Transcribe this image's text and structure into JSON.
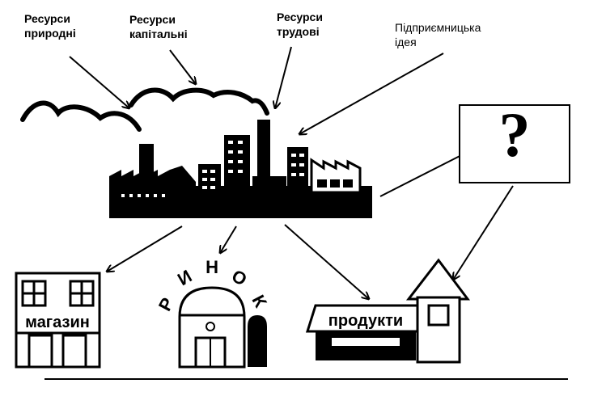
{
  "labels": {
    "natural_resources": "Ресурси\nприродні",
    "capital_resources": "Ресурси\nкапітальні",
    "labor_resources": "Ресурси\nтрудові",
    "business_idea": "Підприємницька\nідея"
  },
  "signs": {
    "shop": "магазин",
    "market_letters": [
      "Р",
      "И",
      "Н",
      "О",
      "К"
    ],
    "products": "продукти",
    "question": "?"
  }
}
